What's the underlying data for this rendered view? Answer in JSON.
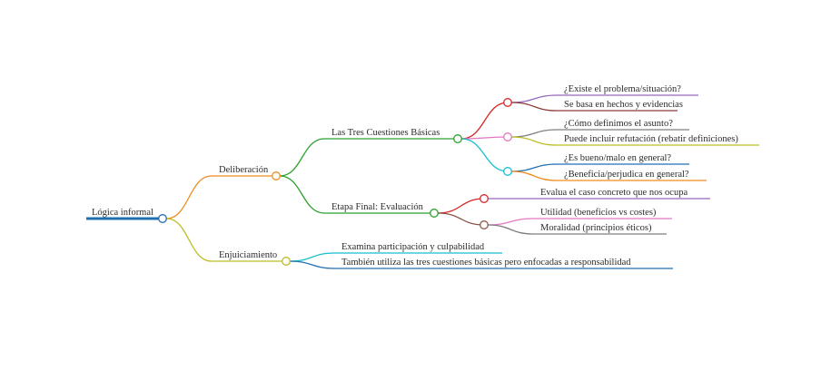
{
  "root": {
    "label": "Lógica informal",
    "color": "#1f6fb2",
    "children": [
      {
        "label": "Deliberación",
        "color": "#f08c1e",
        "children": [
          {
            "label": "Las Tres Cuestiones Básicas",
            "color": "#2ca02c",
            "children": [
              {
                "color": "#d62728",
                "children": [
                  {
                    "label": "¿Existe el problema/situación?",
                    "color": "#9467bd"
                  },
                  {
                    "label": "Se basa en hechos y evidencias",
                    "color": "#8c3a3a"
                  }
                ]
              },
              {
                "color": "#e377c2",
                "children": [
                  {
                    "label": "¿Cómo definimos el asunto?",
                    "color": "#7f7f7f"
                  },
                  {
                    "label": "Puede incluir refutación (rebatir definiciones)",
                    "color": "#bcbd22"
                  }
                ]
              },
              {
                "color": "#17becf",
                "children": [
                  {
                    "label": "¿Es bueno/malo en general?",
                    "color": "#1f6fb2"
                  },
                  {
                    "label": "¿Beneficia/perjudica en general?",
                    "color": "#f08c1e"
                  }
                ]
              }
            ]
          },
          {
            "label": "Etapa Final: Evaluación",
            "color": "#2ca02c",
            "children": [
              {
                "color": "#d62728",
                "children": [
                  {
                    "label": "Evalua el caso concreto que nos ocupa",
                    "color": "#9467bd"
                  }
                ]
              },
              {
                "color": "#8c564b",
                "children": [
                  {
                    "label": "Utilidad (beneficios vs costes)",
                    "color": "#e377c2"
                  },
                  {
                    "label": "Moralidad (principios éticos)",
                    "color": "#7f7f7f"
                  }
                ]
              }
            ]
          }
        ]
      },
      {
        "label": "Enjuiciamiento",
        "color": "#bcbd22",
        "children": [
          {
            "label": "Examina participación y culpabilidad",
            "color": "#17becf"
          },
          {
            "label": "También utiliza las tres cuestiones básicas pero enfocadas a responsabilidad",
            "color": "#1f6fb2"
          }
        ]
      }
    ]
  }
}
